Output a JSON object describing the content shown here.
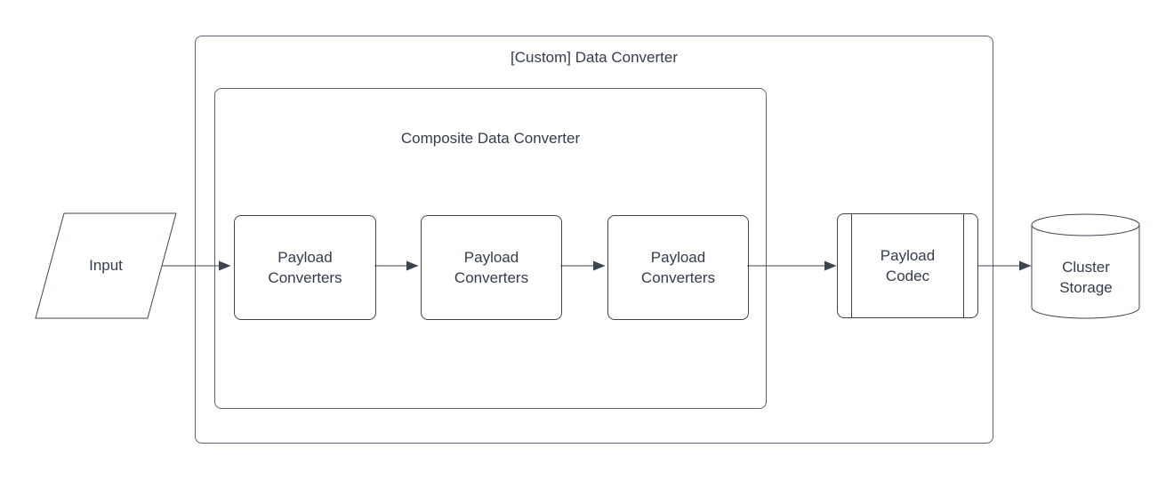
{
  "diagram": {
    "background_color": "#ffffff",
    "stroke_color": "#3c4450",
    "container_stroke_color": "#5b6370",
    "text_color": "#343c4b",
    "outer_container": {
      "label": "[Custom] Data Converter"
    },
    "inner_container": {
      "label": "Composite Data Converter"
    },
    "nodes": [
      {
        "id": "input",
        "shape": "parallelogram",
        "label": "Input"
      },
      {
        "id": "payload-converters-1",
        "shape": "rounded-rect",
        "label": "Payload Converters"
      },
      {
        "id": "payload-converters-2",
        "shape": "rounded-rect",
        "label": "Payload Converters"
      },
      {
        "id": "payload-converters-3",
        "shape": "rounded-rect",
        "label": "Payload Converters"
      },
      {
        "id": "payload-codec",
        "shape": "predefined-process",
        "label": "Payload Codec"
      },
      {
        "id": "cluster-storage",
        "shape": "cylinder",
        "label": "Cluster Storage"
      }
    ],
    "connectors": [
      {
        "from": "input",
        "to": "payload-converters-1"
      },
      {
        "from": "payload-converters-1",
        "to": "payload-converters-2"
      },
      {
        "from": "payload-converters-2",
        "to": "payload-converters-3"
      },
      {
        "from": "payload-converters-3",
        "to": "payload-codec"
      },
      {
        "from": "payload-codec",
        "to": "cluster-storage"
      }
    ]
  }
}
